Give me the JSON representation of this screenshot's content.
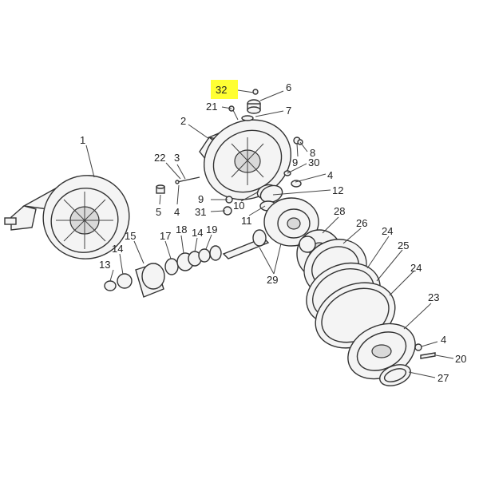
{
  "callouts": [
    {
      "id": "c1",
      "label": "1",
      "highlight": false
    },
    {
      "id": "c2",
      "label": "2",
      "highlight": false
    },
    {
      "id": "c3",
      "label": "3",
      "highlight": false
    },
    {
      "id": "c4a",
      "label": "4",
      "highlight": false
    },
    {
      "id": "c4b",
      "label": "4",
      "highlight": false
    },
    {
      "id": "c4c",
      "label": "4",
      "highlight": false
    },
    {
      "id": "c5",
      "label": "5",
      "highlight": false
    },
    {
      "id": "c6",
      "label": "6",
      "highlight": false
    },
    {
      "id": "c7",
      "label": "7",
      "highlight": false
    },
    {
      "id": "c8",
      "label": "8",
      "highlight": false
    },
    {
      "id": "c9a",
      "label": "9",
      "highlight": false
    },
    {
      "id": "c9b",
      "label": "9",
      "highlight": false
    },
    {
      "id": "c10",
      "label": "10",
      "highlight": false
    },
    {
      "id": "c11",
      "label": "11",
      "highlight": false
    },
    {
      "id": "c12",
      "label": "12",
      "highlight": false
    },
    {
      "id": "c13",
      "label": "13",
      "highlight": false
    },
    {
      "id": "c14a",
      "label": "14",
      "highlight": false
    },
    {
      "id": "c14b",
      "label": "14",
      "highlight": false
    },
    {
      "id": "c15",
      "label": "15",
      "highlight": false
    },
    {
      "id": "c17",
      "label": "17",
      "highlight": false
    },
    {
      "id": "c18",
      "label": "18",
      "highlight": false
    },
    {
      "id": "c19",
      "label": "19",
      "highlight": false
    },
    {
      "id": "c20",
      "label": "20",
      "highlight": false
    },
    {
      "id": "c21",
      "label": "21",
      "highlight": false
    },
    {
      "id": "c22",
      "label": "22",
      "highlight": false
    },
    {
      "id": "c23",
      "label": "23",
      "highlight": false
    },
    {
      "id": "c24a",
      "label": "24",
      "highlight": false
    },
    {
      "id": "c24b",
      "label": "24",
      "highlight": false
    },
    {
      "id": "c25",
      "label": "25",
      "highlight": false
    },
    {
      "id": "c26",
      "label": "26",
      "highlight": false
    },
    {
      "id": "c27",
      "label": "27",
      "highlight": false
    },
    {
      "id": "c28",
      "label": "28",
      "highlight": false
    },
    {
      "id": "c29",
      "label": "29",
      "highlight": false
    },
    {
      "id": "c30",
      "label": "30",
      "highlight": false
    },
    {
      "id": "c31",
      "label": "31",
      "highlight": false
    },
    {
      "id": "c32",
      "label": "32",
      "highlight": true
    }
  ],
  "colors": {
    "line": "#333333",
    "highlight": "#ffff33",
    "fill": "#f4f4f4"
  }
}
